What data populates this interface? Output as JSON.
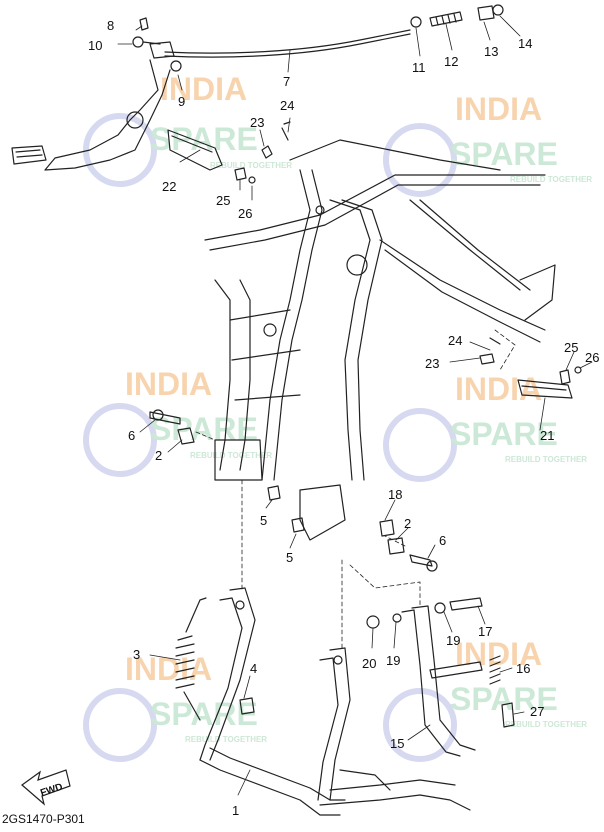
{
  "diagram": {
    "drawing_code": "2GS1470-P301",
    "direction_badge": "FWD",
    "watermark": {
      "line1": "INDIA",
      "line2": "SPARE",
      "tagline": "REBUILD TOGETHER"
    },
    "callouts": [
      {
        "id": "c1",
        "text": "1"
      },
      {
        "id": "c2a",
        "text": "2"
      },
      {
        "id": "c2b",
        "text": "2"
      },
      {
        "id": "c3",
        "text": "3"
      },
      {
        "id": "c4",
        "text": "4"
      },
      {
        "id": "c5a",
        "text": "5"
      },
      {
        "id": "c5b",
        "text": "5"
      },
      {
        "id": "c6a",
        "text": "6"
      },
      {
        "id": "c6b",
        "text": "6"
      },
      {
        "id": "c7",
        "text": "7"
      },
      {
        "id": "c8",
        "text": "8"
      },
      {
        "id": "c9",
        "text": "9"
      },
      {
        "id": "c10",
        "text": "10"
      },
      {
        "id": "c11",
        "text": "11"
      },
      {
        "id": "c12",
        "text": "12"
      },
      {
        "id": "c13",
        "text": "13"
      },
      {
        "id": "c14",
        "text": "14"
      },
      {
        "id": "c15",
        "text": "15"
      },
      {
        "id": "c16",
        "text": "16"
      },
      {
        "id": "c17",
        "text": "17"
      },
      {
        "id": "c18",
        "text": "18"
      },
      {
        "id": "c19a",
        "text": "19"
      },
      {
        "id": "c19b",
        "text": "19"
      },
      {
        "id": "c20",
        "text": "20"
      },
      {
        "id": "c21",
        "text": "21"
      },
      {
        "id": "c22",
        "text": "22"
      },
      {
        "id": "c23a",
        "text": "23"
      },
      {
        "id": "c23b",
        "text": "23"
      },
      {
        "id": "c24a",
        "text": "24"
      },
      {
        "id": "c24b",
        "text": "24"
      },
      {
        "id": "c25a",
        "text": "25"
      },
      {
        "id": "c25b",
        "text": "25"
      },
      {
        "id": "c26a",
        "text": "26"
      },
      {
        "id": "c26b",
        "text": "26"
      },
      {
        "id": "c27",
        "text": "27"
      }
    ],
    "colors": {
      "line": "#222222",
      "watermark_orange": "#f6cda0",
      "watermark_green": "#c4e4cf",
      "watermark_blue": "#cfd3ee"
    }
  }
}
